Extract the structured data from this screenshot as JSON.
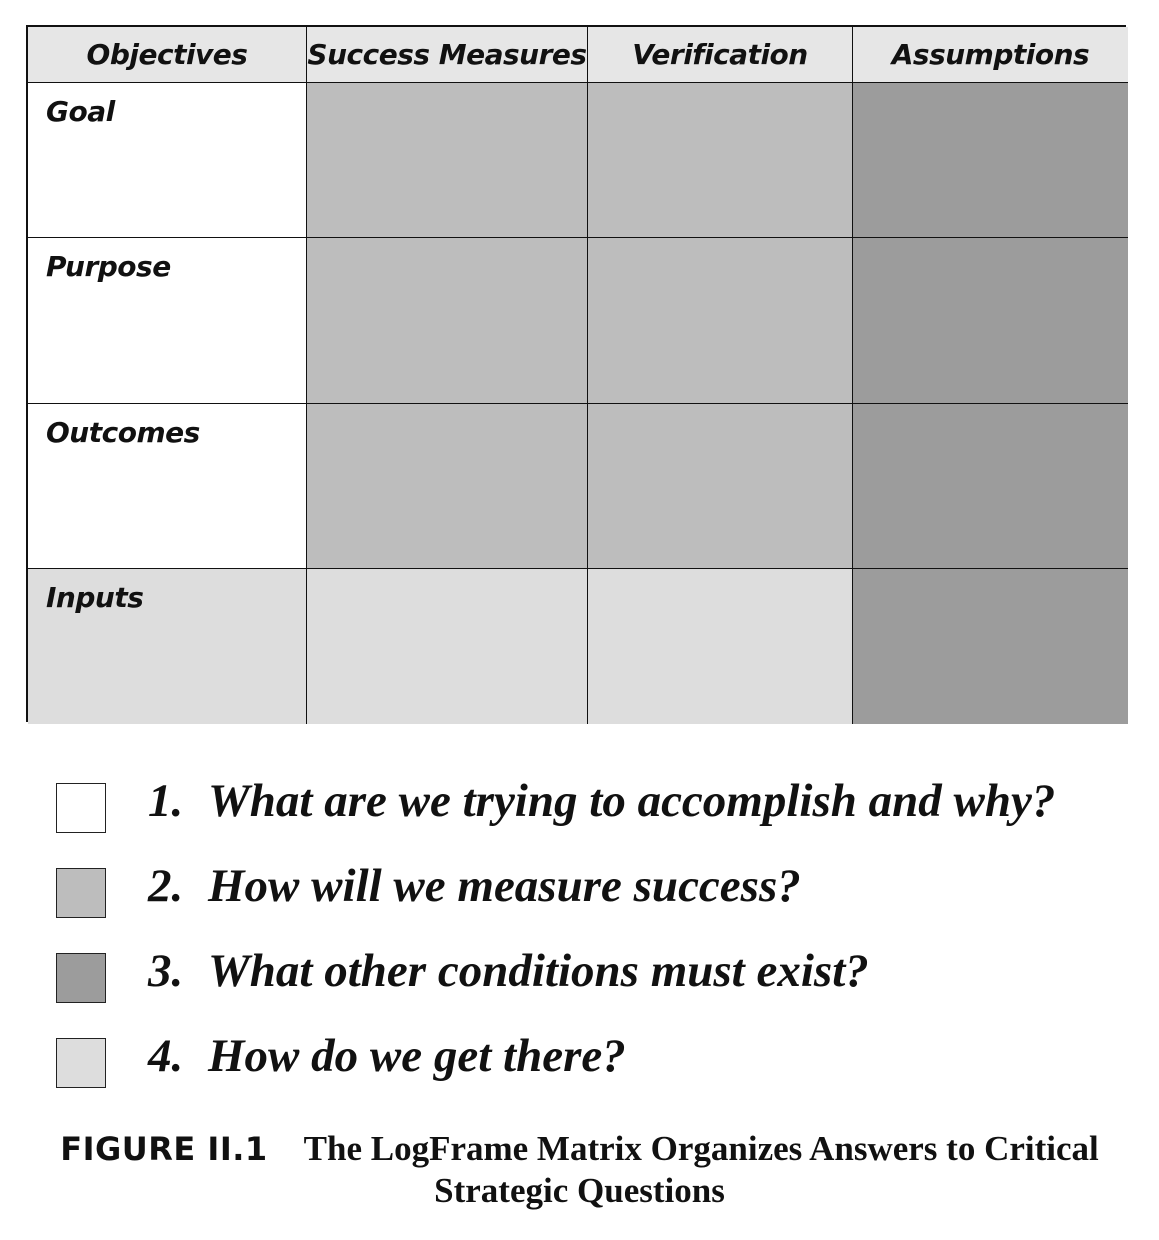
{
  "colors": {
    "header_fill": "#e6e6e6",
    "objectives_white": "#ffffff",
    "success_measures_gray": "#bdbdbd",
    "conditions_dark_gray": "#9c9c9c",
    "inputs_light_gray": "#dddddd",
    "border": "#111111"
  },
  "matrix": {
    "headers": [
      "Objectives",
      "Success Measures",
      "Verification",
      "Assumptions"
    ],
    "rows": [
      {
        "label": "Goal",
        "fills": [
          "objectives_white",
          "success_measures_gray",
          "success_measures_gray",
          "conditions_dark_gray"
        ]
      },
      {
        "label": "Purpose",
        "fills": [
          "objectives_white",
          "success_measures_gray",
          "success_measures_gray",
          "conditions_dark_gray"
        ]
      },
      {
        "label": "Outcomes",
        "fills": [
          "objectives_white",
          "success_measures_gray",
          "success_measures_gray",
          "conditions_dark_gray"
        ]
      },
      {
        "label": "Inputs",
        "fills": [
          "inputs_light_gray",
          "inputs_light_gray",
          "inputs_light_gray",
          "conditions_dark_gray"
        ]
      }
    ]
  },
  "legend": [
    {
      "number": "1.",
      "text": "What are we trying to accomplish and why?",
      "fill": "objectives_white"
    },
    {
      "number": "2.",
      "text": "How will we measure success?",
      "fill": "success_measures_gray"
    },
    {
      "number": "3.",
      "text": "What other conditions must exist?",
      "fill": "conditions_dark_gray"
    },
    {
      "number": "4.",
      "text": "How do we get there?",
      "fill": "inputs_light_gray"
    }
  ],
  "caption": {
    "label": "FIGURE II.1",
    "text": "The LogFrame Matrix Organizes Answers to Critical Strategic Questions"
  }
}
